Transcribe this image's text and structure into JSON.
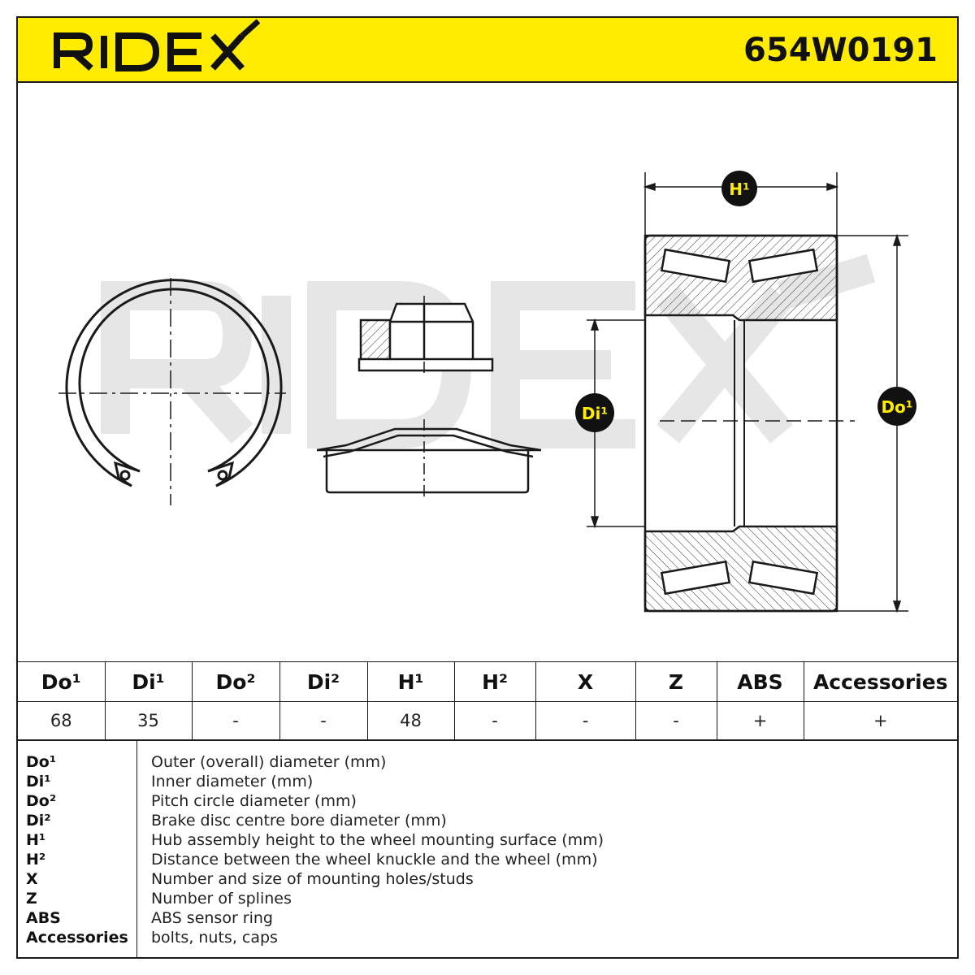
{
  "brand": {
    "name": "RIDEX",
    "part_number": "654W0191",
    "accent_color": "#ffec00"
  },
  "diagram": {
    "labels": {
      "h1": "H¹",
      "di1": "Di¹",
      "do1": "Do¹"
    }
  },
  "table": {
    "headers": [
      "Do¹",
      "Di¹",
      "Do²",
      "Di²",
      "H¹",
      "H²",
      "X",
      "Z",
      "ABS",
      "Accessories"
    ],
    "values": [
      "68",
      "35",
      "-",
      "-",
      "48",
      "-",
      "-",
      "-",
      "+",
      "+"
    ]
  },
  "legend": [
    {
      "key": "Do¹",
      "desc": "Outer (overall) diameter (mm)"
    },
    {
      "key": "Di¹",
      "desc": "Inner diameter (mm)"
    },
    {
      "key": "Do²",
      "desc": "Pitch circle diameter (mm)"
    },
    {
      "key": "Di²",
      "desc": "Brake disc centre bore diameter (mm)"
    },
    {
      "key": "H¹",
      "desc": "Hub assembly height to the wheel mounting surface (mm)"
    },
    {
      "key": "H²",
      "desc": "Distance between the wheel knuckle and the wheel (mm)"
    },
    {
      "key": "X",
      "desc": "Number and size of mounting holes/studs"
    },
    {
      "key": "Z",
      "desc": "Number of splines"
    },
    {
      "key": "ABS",
      "desc": "ABS sensor ring"
    },
    {
      "key": "Accessories",
      "desc": "bolts, nuts, caps"
    }
  ]
}
